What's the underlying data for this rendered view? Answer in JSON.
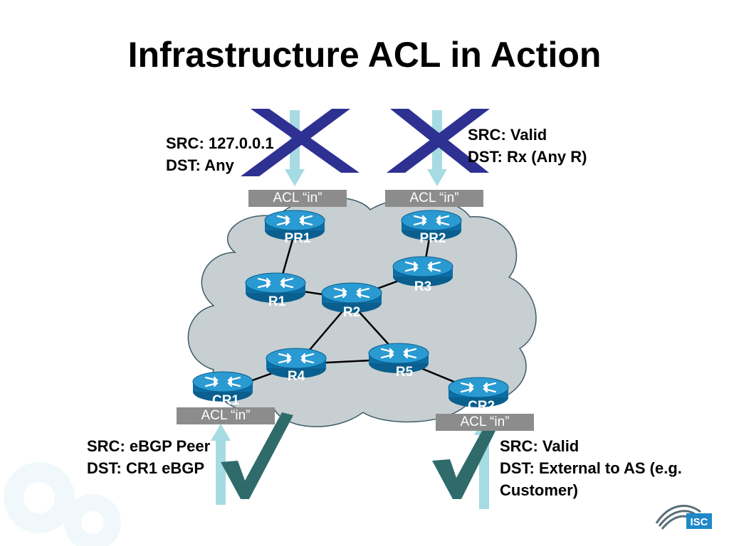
{
  "title": "Infrastructure ACL in Action",
  "routers": [
    "PR1",
    "PR2",
    "R1",
    "R2",
    "R3",
    "R4",
    "R5",
    "CR1",
    "CR2"
  ],
  "acl_label": "ACL “in”",
  "annotations": {
    "top_left": {
      "src": "SRC: 127.0.0.1",
      "dst": "DST: Any",
      "result": "blocked"
    },
    "top_right": {
      "src": "SRC: Valid",
      "dst": "DST: Rx (Any R)",
      "result": "blocked"
    },
    "bottom_left": {
      "src": "SRC: eBGP Peer",
      "dst": "DST: CR1 eBGP",
      "result": "permitted"
    },
    "bottom_right": {
      "src": "SRC: Valid",
      "dst": "DST: External to AS (e.g.",
      "dst_cont": "Customer)",
      "result": "permitted"
    }
  },
  "logo_text": "ISC",
  "colors": {
    "cross": "#2e3192",
    "check": "#2f6b6b",
    "arrow": "#a6dbe3",
    "cloud": "#c7cfd2",
    "router_top": "#1f8fc8",
    "router_body": "#0d6ea4",
    "acl_box": "#8c8c8c"
  },
  "icons": [
    "cross-mark-icon",
    "check-mark-icon",
    "router-icon",
    "gear-watermark-icon",
    "isc-logo-icon"
  ]
}
